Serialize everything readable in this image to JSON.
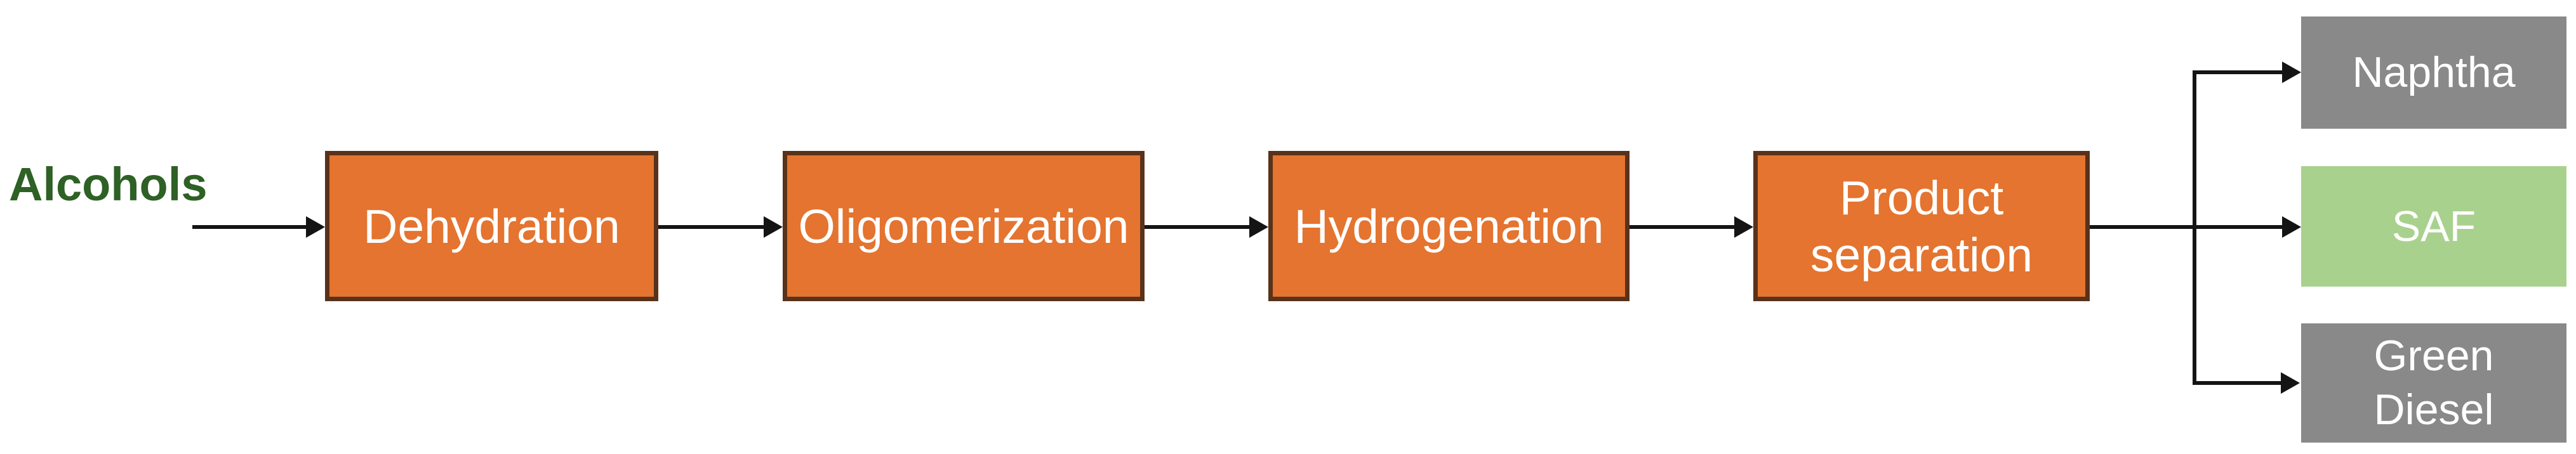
{
  "diagram": {
    "title_hint": "Alcohol-to-jet process flow diagram",
    "input_label": "Alcohols",
    "process_steps": [
      {
        "label": "Dehydration"
      },
      {
        "label": "Oligomerization"
      },
      {
        "label": "Hydrogenation"
      },
      {
        "label": "Product separation"
      }
    ],
    "products": [
      {
        "label": "Naphtha",
        "color_role": "gray"
      },
      {
        "label": "SAF",
        "color_role": "green"
      },
      {
        "label": "Green Diesel",
        "color_role": "gray"
      }
    ],
    "colors": {
      "process_fill": "#E4742F",
      "process_border": "#59321A",
      "product_gray": "#898989",
      "product_green": "#A9D18E",
      "input_text": "#2E6125",
      "connector": "#141414",
      "background": "#FFFFFF",
      "box_text": "#FFFFFF"
    }
  }
}
